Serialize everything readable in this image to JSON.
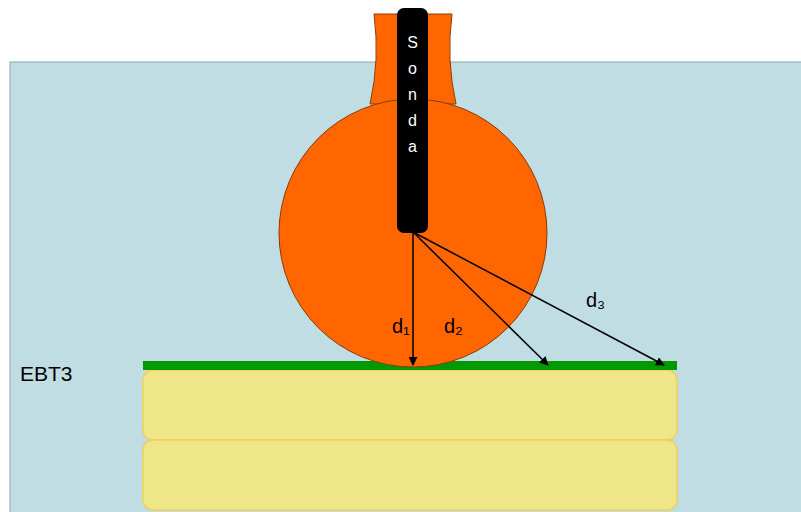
{
  "diagram": {
    "nodes": [
      {
        "text": [
          "Sonda"
        ]
      }
    ],
    "labels": [
      "d₁",
      "d₂",
      "d₃",
      "EBT3"
    ]
  }
}
